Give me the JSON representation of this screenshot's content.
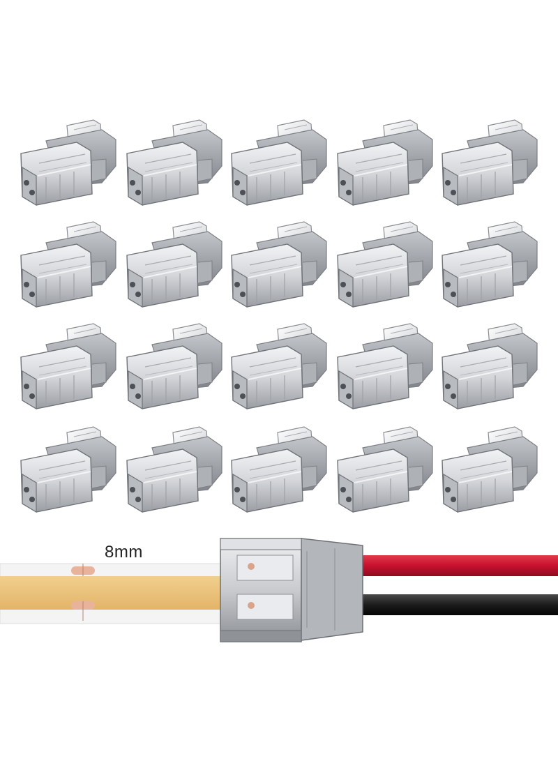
{
  "grid": {
    "rows": 4,
    "columns": 5,
    "item": "connector-clip"
  },
  "strip_demo": {
    "width_label": "8mm",
    "colors": {
      "strip_base": "#f4f4f4",
      "strip_led": "#e9c07a",
      "copper_pad": "#e8b39a",
      "wire_red": "#c8102e",
      "wire_black": "#1c1c1c",
      "connector_body": "#c9cbce"
    }
  },
  "icons": {
    "connector": "connector-clip-icon"
  }
}
